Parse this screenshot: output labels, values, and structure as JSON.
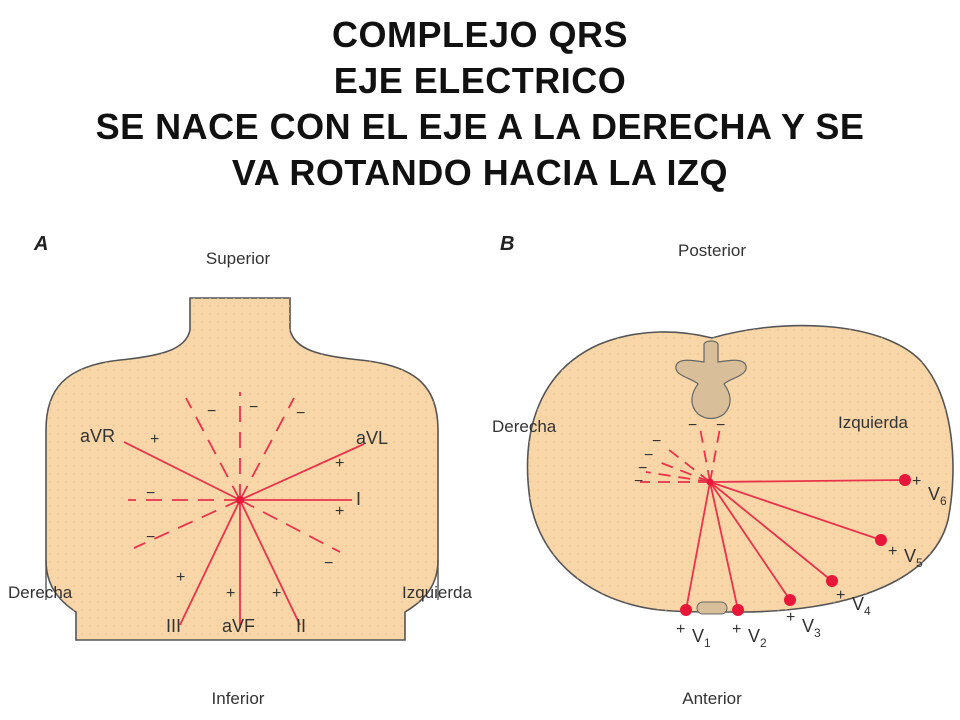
{
  "title": {
    "line1": "COMPLEJO QRS",
    "line2": "EJE ELECTRICO",
    "line3": "SE NACE CON EL EJE A LA DERECHA   Y SE",
    "line4": "VA ROTANDO HACIA LA IZQ"
  },
  "panel_a": {
    "letter": "A",
    "superior": "Superior",
    "inferior": "Inferior",
    "derecha": "Derecha",
    "izquierda": "Izquierda",
    "leads": {
      "aVR": "aVR",
      "aVL": "aVL",
      "I": "I",
      "III": "III",
      "aVF": "aVF",
      "II": "II"
    },
    "plus": "+",
    "minus": "−"
  },
  "panel_b": {
    "letter": "B",
    "posterior": "Posterior",
    "anterior": "Anterior",
    "derecha": "Derecha",
    "izquierda": "Izquierda",
    "leads": [
      {
        "main": "V",
        "sub": "1"
      },
      {
        "main": "V",
        "sub": "2"
      },
      {
        "main": "V",
        "sub": "3"
      },
      {
        "main": "V",
        "sub": "4"
      },
      {
        "main": "V",
        "sub": "5"
      },
      {
        "main": "V",
        "sub": "6"
      }
    ],
    "plus": "+",
    "minus": "−"
  },
  "colors": {
    "skin": "#f9d6a8",
    "lead_line": "#e8334a",
    "electrode": "#e8173a",
    "spine": "#d8bf9a",
    "outline": "#555555"
  }
}
